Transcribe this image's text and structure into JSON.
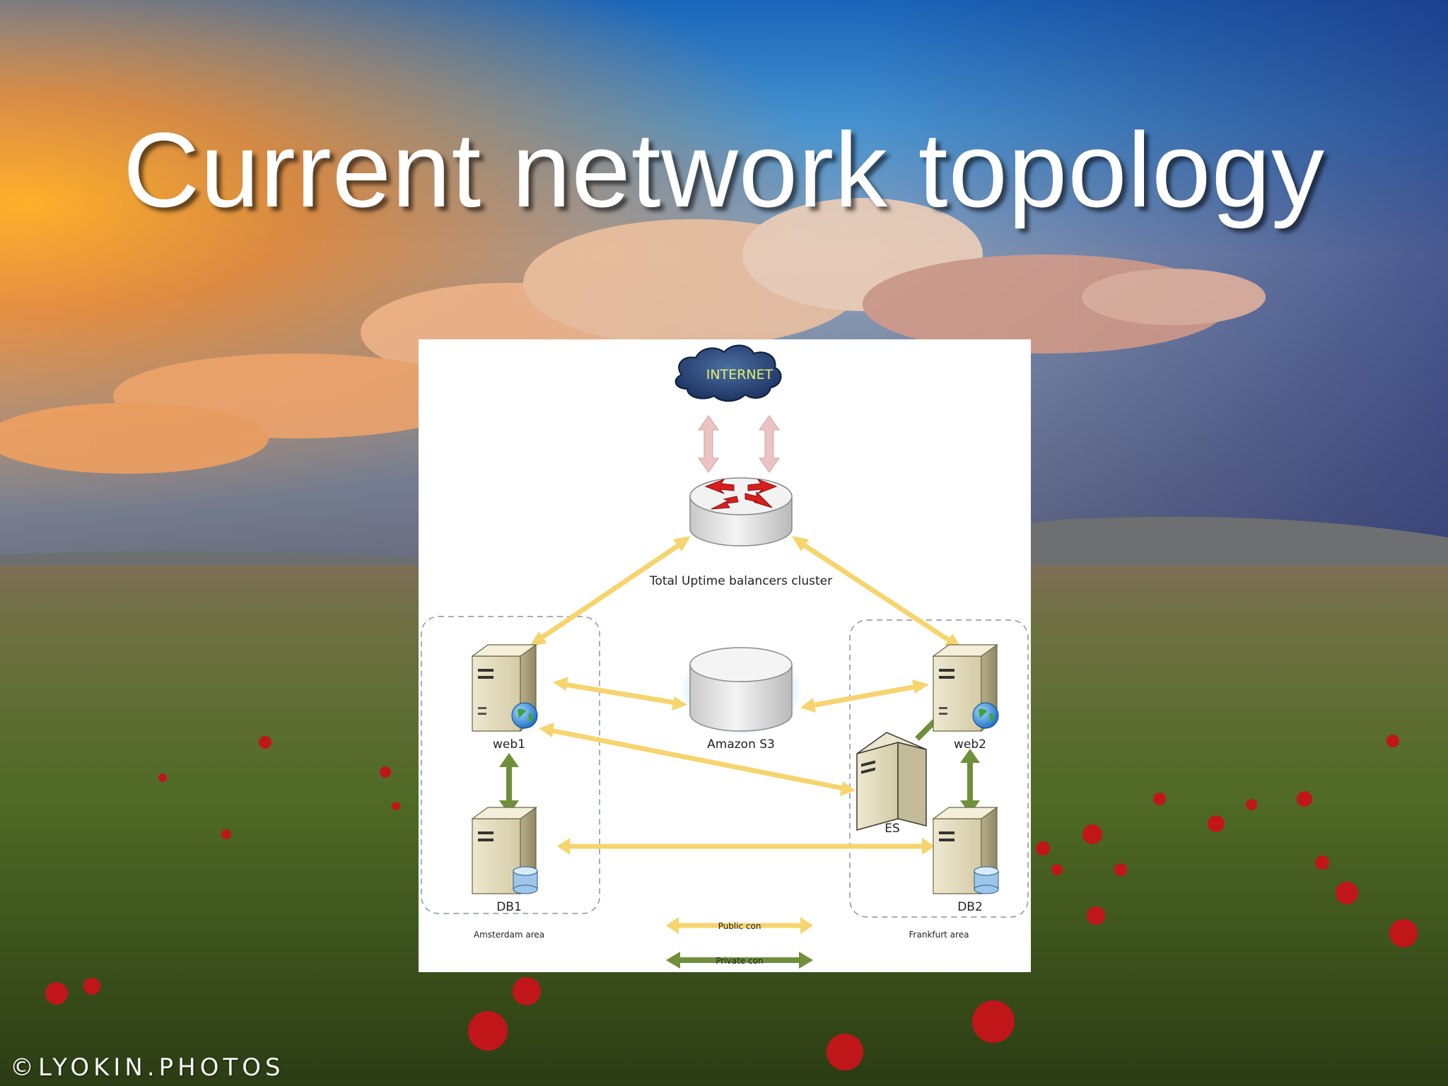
{
  "slide": {
    "title": "Current network topology",
    "watermark": "©LYOKIN.PHOTOS"
  },
  "diagram": {
    "nodes": {
      "internet": "INTERNET",
      "balancer": "Total Uptime balancers cluster",
      "web1": "web1",
      "web2": "web2",
      "s3": "Amazon S3",
      "es": "ES",
      "db1": "DB1",
      "db2": "DB2"
    },
    "zones": {
      "amsterdam": "Amsterdam area",
      "frankfurt": "Frankfurt area"
    },
    "legend": {
      "public": "Public con",
      "private": "Private con"
    },
    "colors": {
      "public_link": "#f6d46e",
      "private_link": "#6f8f3b",
      "internet_link": "#e8b4b4",
      "router_arrows": "#d81e1e"
    }
  }
}
